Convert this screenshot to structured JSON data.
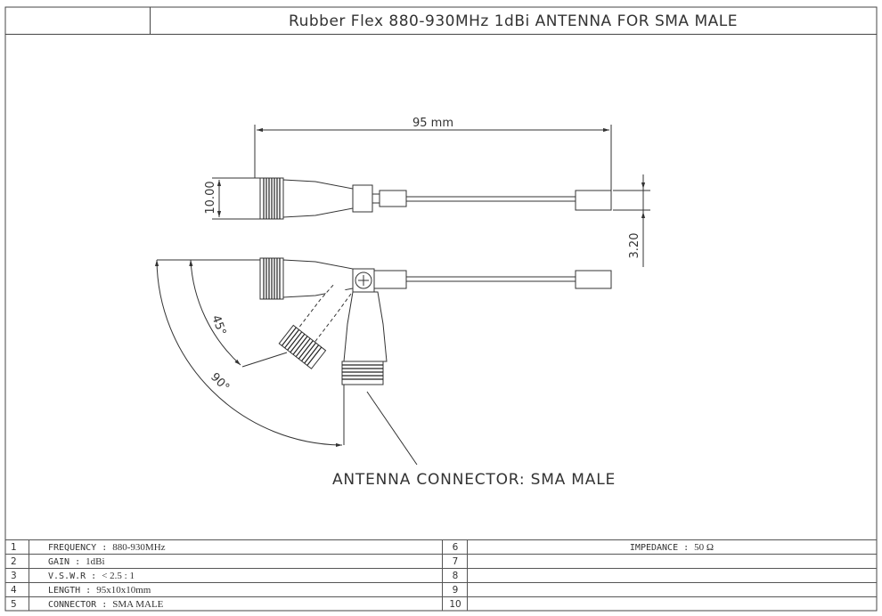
{
  "title": "Rubber Flex 880-930MHz 1dBi ANTENNA FOR SMA MALE",
  "dimensions": {
    "length": "95 mm",
    "diameter": "10.00",
    "tip": "3.20",
    "angle_45": "45°",
    "angle_90": "90°"
  },
  "callout": "ANTENNA CONNECTOR: SMA MALE",
  "specs": [
    {
      "idx": "1",
      "label": "FREQUENCY : ",
      "value": "880-930MHz"
    },
    {
      "idx": "2",
      "label": "GAIN : ",
      "value": "1dBi"
    },
    {
      "idx": "3",
      "label": "V.S.W.R : ",
      "value": "< 2.5 : 1"
    },
    {
      "idx": "4",
      "label": "LENGTH : ",
      "value": "95x10x10mm"
    },
    {
      "idx": "5",
      "label": "CONNECTOR : ",
      "value": "SMA MALE"
    }
  ],
  "specs_right": [
    {
      "idx": "6",
      "label": "IMPEDANCE : ",
      "value": "50 Ω"
    },
    {
      "idx": "7",
      "label": "",
      "value": ""
    },
    {
      "idx": "8",
      "label": "",
      "value": ""
    },
    {
      "idx": "9",
      "label": "",
      "value": ""
    },
    {
      "idx": "10",
      "label": "",
      "value": ""
    }
  ]
}
